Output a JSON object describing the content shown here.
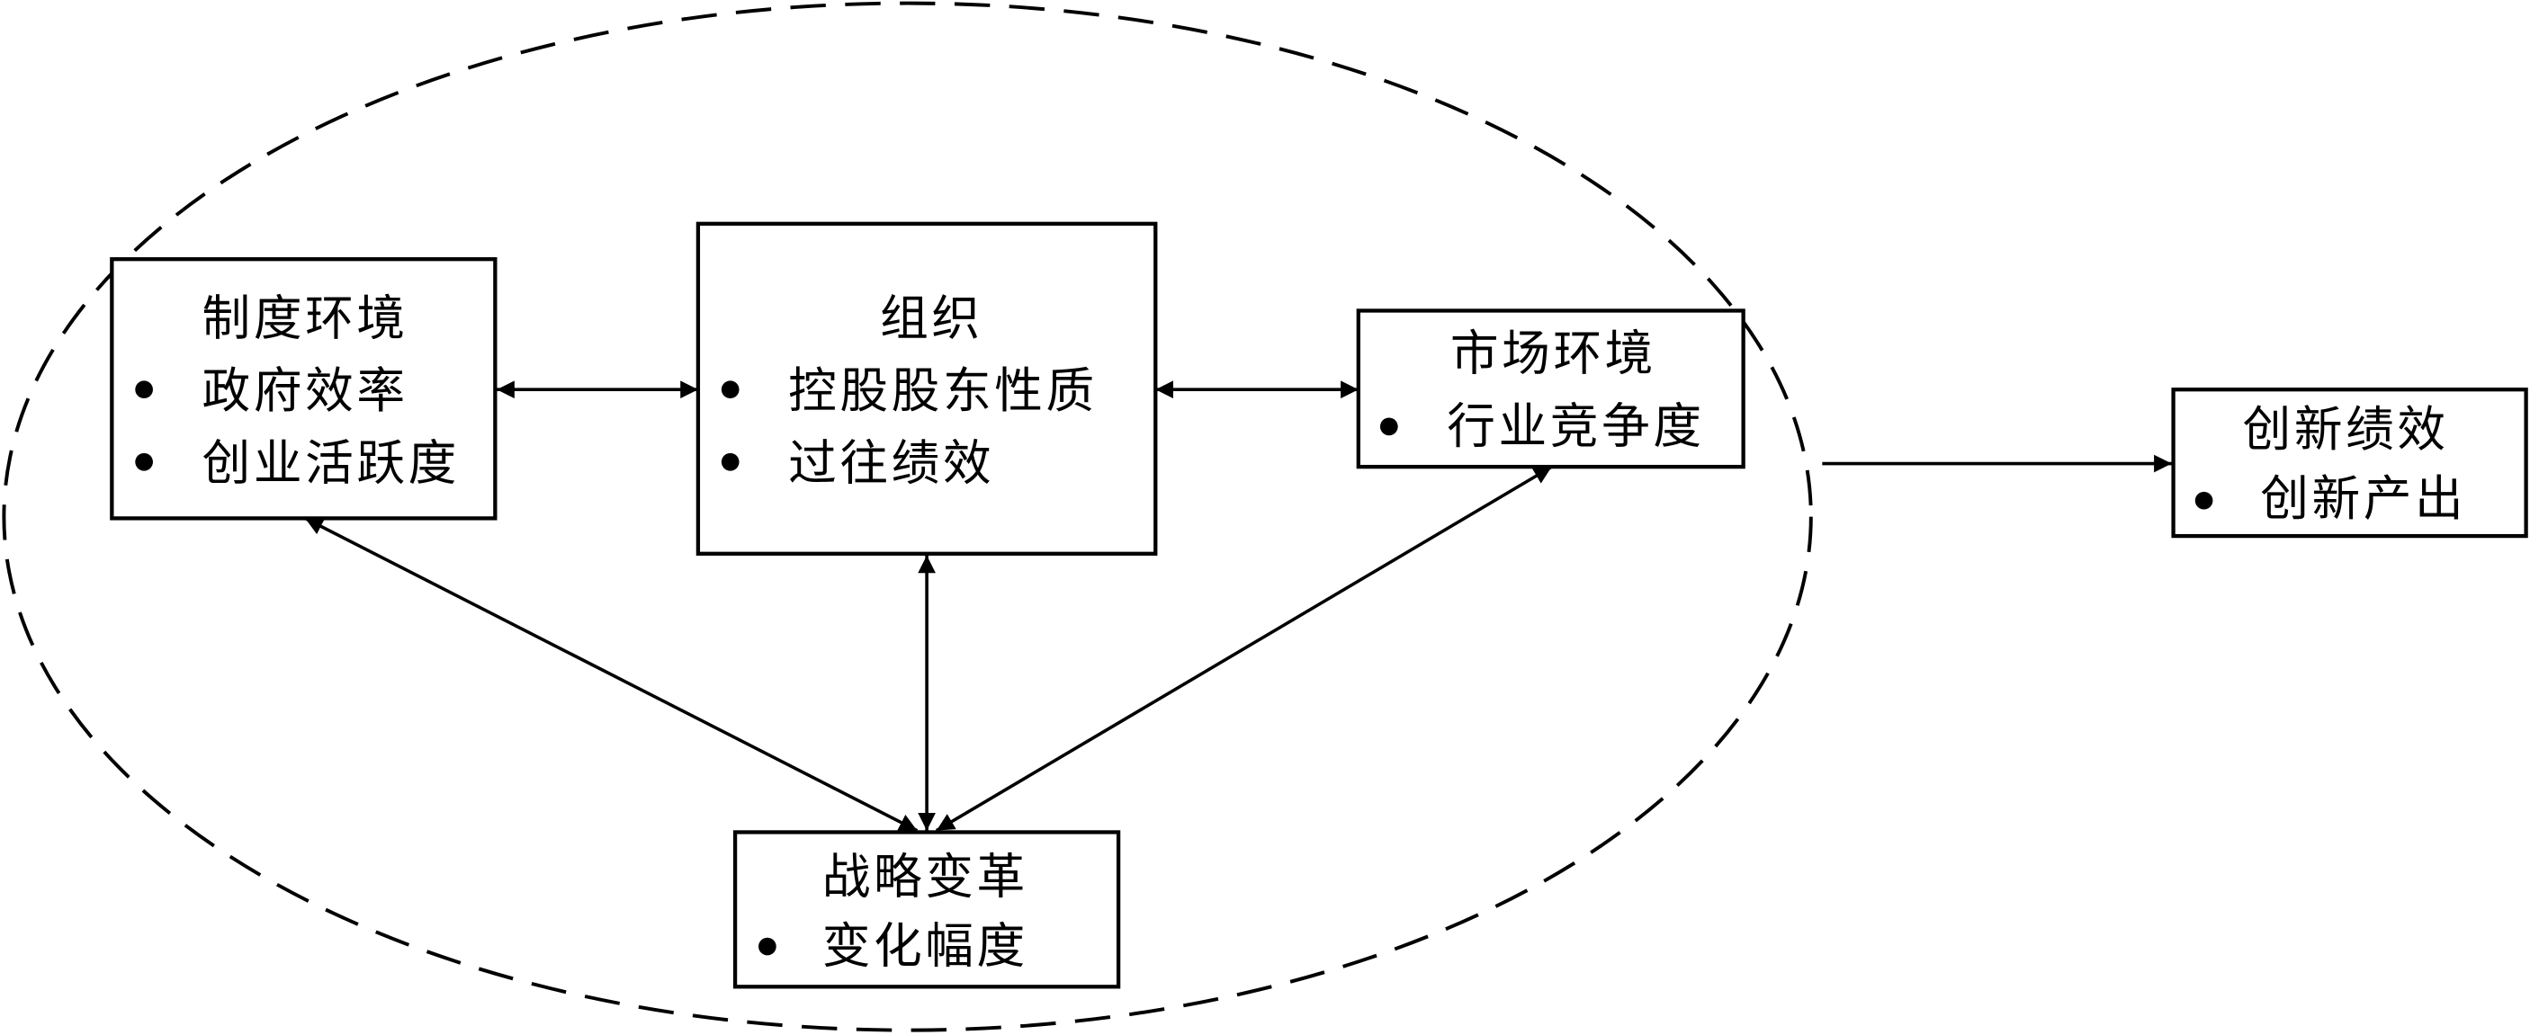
{
  "diagram": {
    "boundary": {
      "style": "dashed-ellipse",
      "encloses": [
        "institutional",
        "organization",
        "market",
        "strategy"
      ]
    },
    "nodes": {
      "institutional": {
        "title": "制度环境",
        "items": [
          "政府效率",
          "创业活跃度"
        ]
      },
      "organization": {
        "title": "组织",
        "items": [
          "控股股东性质",
          "过往绩效"
        ]
      },
      "market": {
        "title": "市场环境",
        "items": [
          "行业竞争度"
        ]
      },
      "strategy": {
        "title": "战略变革",
        "items": [
          "变化幅度"
        ]
      },
      "innovation": {
        "title": "创新绩效",
        "items": [
          "创新产出"
        ]
      }
    },
    "edges": [
      {
        "from": "institutional",
        "to": "organization",
        "direction": "both"
      },
      {
        "from": "organization",
        "to": "market",
        "direction": "both"
      },
      {
        "from": "institutional",
        "to": "strategy",
        "direction": "both"
      },
      {
        "from": "organization",
        "to": "strategy",
        "direction": "both"
      },
      {
        "from": "market",
        "to": "strategy",
        "direction": "both"
      },
      {
        "from": "boundary",
        "to": "innovation",
        "direction": "forward"
      }
    ],
    "bullet_symbol": "●"
  }
}
